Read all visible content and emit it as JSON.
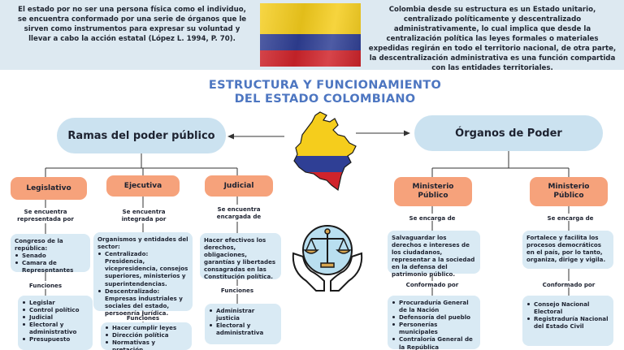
{
  "header": {
    "left_text": "El estado por no ser una persona física como el individuo, se encuentra conformado por una serie de órganos que le sirven como instrumentos para expresar su voluntad y llevar a cabo la acción estatal (López L. 1994, P. 70).",
    "right_text": "Colombia desde su estructura es un Estado unitario, centralizado políticamente y descentralizado administrativamente, lo cual implica que desde la centralización política las leyes formales o materiales expedidas regirán en todo el territorio nacional, de otra parte, la descentralización administrativa es una función compartida con las entidades territoriales."
  },
  "title": {
    "line1": "ESTRUCTURA Y FUNCIONAMIENTO",
    "line2": "DEL ESTADO COLOMBIANO"
  },
  "ramas": {
    "heading": "Ramas del poder público",
    "legislativo": {
      "label": "Legislativo",
      "connector": "Se encuentra representada por",
      "box_title": "Congreso de la república:",
      "items": [
        "Senado",
        "Camara de Representantes"
      ],
      "funciones_label": "Funciones",
      "funciones": [
        "Legislar",
        "Control político",
        "Judicial",
        "Electoral y administrativo",
        "Presupuesto"
      ]
    },
    "ejecutiva": {
      "label": "Ejecutiva",
      "connector": "Se encuentra integrada por",
      "box_title": "Organismos y entidades del sector:",
      "items": [
        "Centralizado: Presidencia, vicepresidencia, consejos superiores, ministerios y superintendencias.",
        "Descentralizado: Empresas industriales y sociales del estado, persoenría jurídica."
      ],
      "funciones_label": "Funciones",
      "funciones": [
        "Hacer cumplir leyes",
        "Dirección política",
        "Normativas y pretación"
      ]
    },
    "judicial": {
      "label": "Judicial",
      "connector": "Se encuentra encargada de",
      "box_text": "Hacer efectivos los derechos, obligaciones, garantías y libertades consagradas en las Constitución política.",
      "funciones_label": "Funciones",
      "funciones": [
        "Administrar justicia",
        "Electoral y administrativa"
      ]
    }
  },
  "organos": {
    "heading": "Órganos de Poder",
    "ministerio1": {
      "label": "Ministerio Público",
      "connector": "Se encarga de",
      "box_text": "Salvaguardar los derechos e intereses de los ciudadanos, representar a la sociedad en la defensa del patrimonio público.",
      "conformado_label": "Conformado por",
      "items": [
        "Procuraduría General de la Nación",
        "Defensoría del pueblo",
        "Personerías municipales",
        "Contraloría General de la República"
      ]
    },
    "ministerio2": {
      "label": "Ministerio Público",
      "connector": "Se encarga de",
      "box_text": "Fortalece y facilita los procesos democráticos en el país, por lo tanto, organiza, dirige y vigila.",
      "conformado_label": "Conformado por",
      "items": [
        "Consejo Nacional Electoral",
        "Registraduría Nacional del Estado Civil"
      ]
    }
  },
  "colors": {
    "accent_title": "#4d76c1",
    "pill": "#cbe2f0",
    "branch": "#f6a27b",
    "box": "#d9eaf4",
    "band": "#dde9f1",
    "flag_yellow": "#f5cd1c",
    "flag_blue": "#2f3f95",
    "flag_red": "#d0242b"
  },
  "icons": [
    "colombia-flag",
    "colombia-map-icon",
    "justice-scale-icon"
  ]
}
